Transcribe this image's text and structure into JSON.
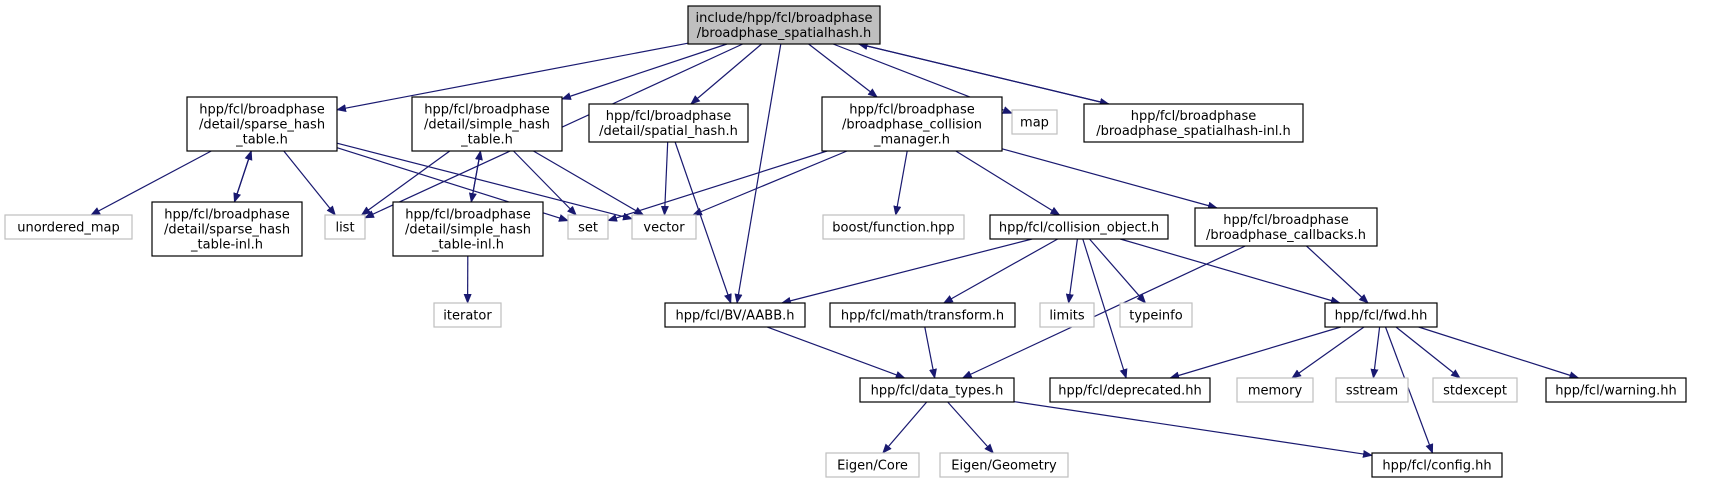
{
  "colors": {
    "edge": "#191970",
    "root_fill": "#bfbfbf",
    "node_border": "#000000",
    "system_border": "#bfbfbf",
    "system_text": "#404040"
  },
  "nodes": [
    {
      "id": "root",
      "kind": "root",
      "lines": [
        "include/hpp/fcl/broadphase",
        "/broadphase_spatialhash.h"
      ]
    },
    {
      "id": "sparse_hash_table",
      "kind": "local",
      "lines": [
        "hpp/fcl/broadphase",
        "/detail/sparse_hash",
        "_table.h"
      ]
    },
    {
      "id": "simple_hash_table",
      "kind": "local",
      "lines": [
        "hpp/fcl/broadphase",
        "/detail/simple_hash",
        "_table.h"
      ]
    },
    {
      "id": "spatial_hash",
      "kind": "local",
      "lines": [
        "hpp/fcl/broadphase",
        "/detail/spatial_hash.h"
      ]
    },
    {
      "id": "collision_manager",
      "kind": "local",
      "lines": [
        "hpp/fcl/broadphase",
        "/broadphase_collision",
        "_manager.h"
      ]
    },
    {
      "id": "map",
      "kind": "system",
      "lines": [
        "map"
      ]
    },
    {
      "id": "spatialhash_inl",
      "kind": "local",
      "lines": [
        "hpp/fcl/broadphase",
        "/broadphase_spatialhash-inl.h"
      ]
    },
    {
      "id": "unordered_map",
      "kind": "system",
      "lines": [
        "unordered_map"
      ]
    },
    {
      "id": "sparse_hash_table_inl",
      "kind": "local",
      "lines": [
        "hpp/fcl/broadphase",
        "/detail/sparse_hash",
        "_table-inl.h"
      ]
    },
    {
      "id": "list",
      "kind": "system",
      "lines": [
        "list"
      ]
    },
    {
      "id": "simple_hash_table_inl",
      "kind": "local",
      "lines": [
        "hpp/fcl/broadphase",
        "/detail/simple_hash",
        "_table-inl.h"
      ]
    },
    {
      "id": "set",
      "kind": "system",
      "lines": [
        "set"
      ]
    },
    {
      "id": "vector",
      "kind": "system",
      "lines": [
        "vector"
      ]
    },
    {
      "id": "boost_function",
      "kind": "system",
      "lines": [
        "boost/function.hpp"
      ]
    },
    {
      "id": "collision_object",
      "kind": "local",
      "lines": [
        "hpp/fcl/collision_object.h"
      ]
    },
    {
      "id": "callbacks",
      "kind": "local",
      "lines": [
        "hpp/fcl/broadphase",
        "/broadphase_callbacks.h"
      ]
    },
    {
      "id": "iterator",
      "kind": "system",
      "lines": [
        "iterator"
      ]
    },
    {
      "id": "aabb",
      "kind": "local",
      "lines": [
        "hpp/fcl/BV/AABB.h"
      ]
    },
    {
      "id": "transform",
      "kind": "local",
      "lines": [
        "hpp/fcl/math/transform.h"
      ]
    },
    {
      "id": "limits",
      "kind": "system",
      "lines": [
        "limits"
      ]
    },
    {
      "id": "typeinfo",
      "kind": "system",
      "lines": [
        "typeinfo"
      ]
    },
    {
      "id": "fwd",
      "kind": "local",
      "lines": [
        "hpp/fcl/fwd.hh"
      ]
    },
    {
      "id": "data_types",
      "kind": "local",
      "lines": [
        "hpp/fcl/data_types.h"
      ]
    },
    {
      "id": "deprecated",
      "kind": "local",
      "lines": [
        "hpp/fcl/deprecated.hh"
      ]
    },
    {
      "id": "memory",
      "kind": "system",
      "lines": [
        "memory"
      ]
    },
    {
      "id": "sstream",
      "kind": "system",
      "lines": [
        "sstream"
      ]
    },
    {
      "id": "stdexcept",
      "kind": "system",
      "lines": [
        "stdexcept"
      ]
    },
    {
      "id": "warning",
      "kind": "local",
      "lines": [
        "hpp/fcl/warning.hh"
      ]
    },
    {
      "id": "eigen_core",
      "kind": "system",
      "lines": [
        "Eigen/Core"
      ]
    },
    {
      "id": "eigen_geometry",
      "kind": "system",
      "lines": [
        "Eigen/Geometry"
      ]
    },
    {
      "id": "config",
      "kind": "local",
      "lines": [
        "hpp/fcl/config.hh"
      ]
    }
  ],
  "edges": [
    {
      "from": "root",
      "to": "sparse_hash_table"
    },
    {
      "from": "root",
      "to": "list"
    },
    {
      "from": "root",
      "to": "simple_hash_table"
    },
    {
      "from": "root",
      "to": "spatial_hash"
    },
    {
      "from": "root",
      "to": "aabb"
    },
    {
      "from": "root",
      "to": "collision_manager"
    },
    {
      "from": "root",
      "to": "map"
    },
    {
      "from": "root",
      "to": "spatialhash_inl"
    },
    {
      "from": "spatialhash_inl",
      "to": "root"
    },
    {
      "from": "sparse_hash_table",
      "to": "unordered_map"
    },
    {
      "from": "sparse_hash_table",
      "to": "sparse_hash_table_inl"
    },
    {
      "from": "sparse_hash_table_inl",
      "to": "sparse_hash_table"
    },
    {
      "from": "sparse_hash_table",
      "to": "list"
    },
    {
      "from": "sparse_hash_table",
      "to": "set"
    },
    {
      "from": "sparse_hash_table",
      "to": "vector"
    },
    {
      "from": "simple_hash_table",
      "to": "list"
    },
    {
      "from": "simple_hash_table",
      "to": "simple_hash_table_inl"
    },
    {
      "from": "simple_hash_table_inl",
      "to": "simple_hash_table"
    },
    {
      "from": "simple_hash_table",
      "to": "set"
    },
    {
      "from": "simple_hash_table",
      "to": "vector"
    },
    {
      "from": "simple_hash_table_inl",
      "to": "iterator"
    },
    {
      "from": "spatial_hash",
      "to": "vector"
    },
    {
      "from": "spatial_hash",
      "to": "aabb"
    },
    {
      "from": "collision_manager",
      "to": "set"
    },
    {
      "from": "collision_manager",
      "to": "vector"
    },
    {
      "from": "collision_manager",
      "to": "boost_function"
    },
    {
      "from": "collision_manager",
      "to": "collision_object"
    },
    {
      "from": "collision_manager",
      "to": "callbacks"
    },
    {
      "from": "collision_object",
      "to": "aabb"
    },
    {
      "from": "collision_object",
      "to": "transform"
    },
    {
      "from": "collision_object",
      "to": "limits"
    },
    {
      "from": "collision_object",
      "to": "typeinfo"
    },
    {
      "from": "collision_object",
      "to": "fwd"
    },
    {
      "from": "collision_object",
      "to": "deprecated"
    },
    {
      "from": "callbacks",
      "to": "fwd"
    },
    {
      "from": "callbacks",
      "to": "data_types"
    },
    {
      "from": "aabb",
      "to": "data_types"
    },
    {
      "from": "transform",
      "to": "data_types"
    },
    {
      "from": "fwd",
      "to": "deprecated"
    },
    {
      "from": "fwd",
      "to": "memory"
    },
    {
      "from": "fwd",
      "to": "sstream"
    },
    {
      "from": "fwd",
      "to": "stdexcept"
    },
    {
      "from": "fwd",
      "to": "warning"
    },
    {
      "from": "fwd",
      "to": "config"
    },
    {
      "from": "data_types",
      "to": "eigen_core"
    },
    {
      "from": "data_types",
      "to": "eigen_geometry"
    },
    {
      "from": "data_types",
      "to": "config"
    }
  ]
}
